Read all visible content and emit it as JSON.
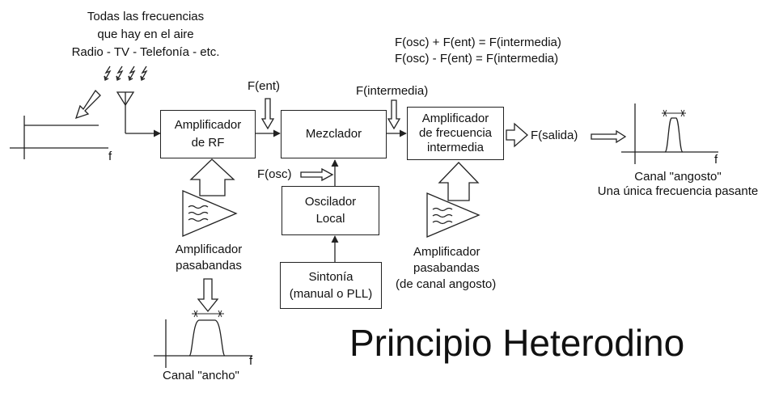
{
  "top_caption": [
    "Todas las frecuencias",
    "que hay en el aire",
    "Radio - TV - Telefonía - etc."
  ],
  "equations": [
    "F(osc) + F(ent) = F(intermedia)",
    "F(osc) - F(ent) = F(intermedia)"
  ],
  "signals": {
    "f_ent": "F(ent)",
    "f_intermedia": "F(intermedia)",
    "f_osc": "F(osc)",
    "f_salida": "F(salida)"
  },
  "blocks": {
    "rf_amp": [
      "Amplificador",
      "de RF"
    ],
    "mixer": "Mezclador",
    "if_amp": [
      "Amplificador",
      "de frecuencia",
      "intermedia"
    ],
    "oscillator": [
      "Oscilador",
      "Local"
    ],
    "tuning": [
      "Sintonía",
      "(manual o PLL)"
    ]
  },
  "filters": {
    "left": [
      "Amplificador",
      "pasabandas"
    ],
    "right": [
      "Amplificador",
      "pasabandas",
      "(de canal angosto)"
    ]
  },
  "spectra": {
    "axis_label": "f",
    "wide_caption": "Canal \"ancho\"",
    "narrow_caption": [
      "Canal \"angosto\"",
      "Una única frecuencia pasante"
    ]
  },
  "title": "Principio Heterodino"
}
